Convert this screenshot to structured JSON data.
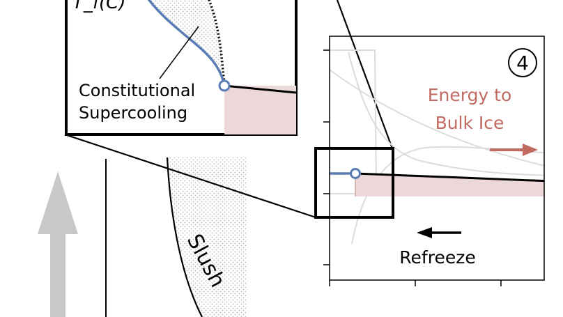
{
  "inset": {
    "axis_label": "T_f(C)",
    "annotation_line1": "Constitutional",
    "annotation_line2": "Supercooling"
  },
  "panel": {
    "number": "4",
    "energy_line1": "Energy to",
    "energy_line2": "Bulk Ice",
    "refreeze_label": "Refreeze"
  },
  "slush_label": "Slush",
  "colors": {
    "blue": "#5a7cb4",
    "ice_fill": "#ecd8d8",
    "energy_red": "#c06a62",
    "grey_arrow": "#c8c8c8",
    "stipple": "#b8b8b8"
  }
}
